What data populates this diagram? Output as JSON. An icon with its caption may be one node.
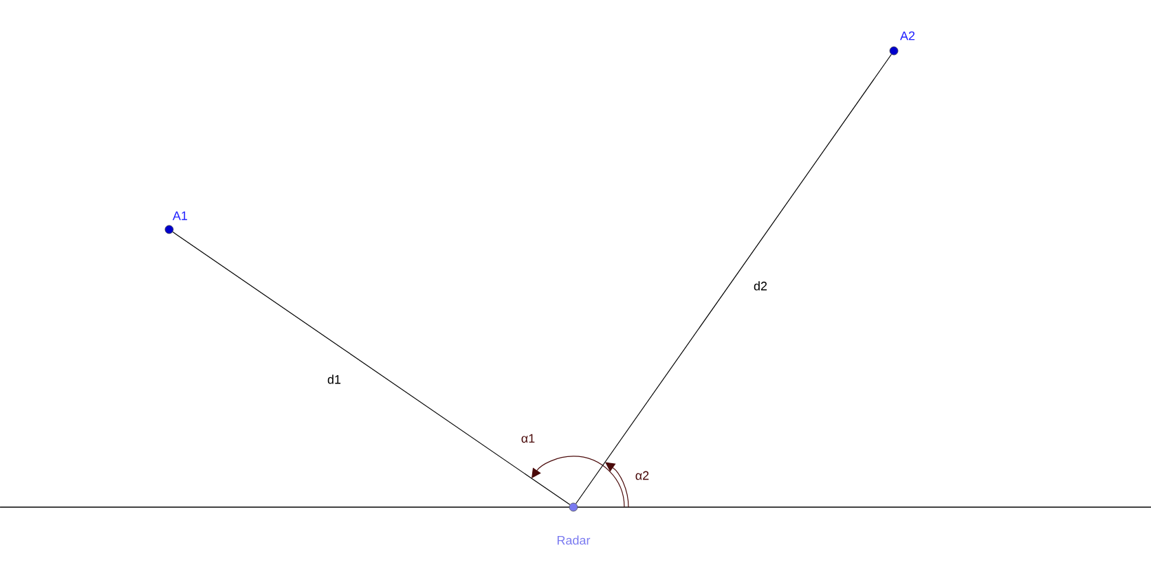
{
  "diagram": {
    "nodes": [
      {
        "text": [
          "A1"
        ]
      },
      {
        "text": [
          "A2"
        ]
      },
      {
        "text": [
          "Radar"
        ]
      }
    ],
    "edges": [
      {
        "from": 2,
        "to": 0,
        "arrow": "none",
        "label": "d1"
      },
      {
        "from": 2,
        "to": 1,
        "arrow": "none",
        "label": "d2"
      }
    ],
    "labels": [
      "α1",
      "α2"
    ]
  }
}
